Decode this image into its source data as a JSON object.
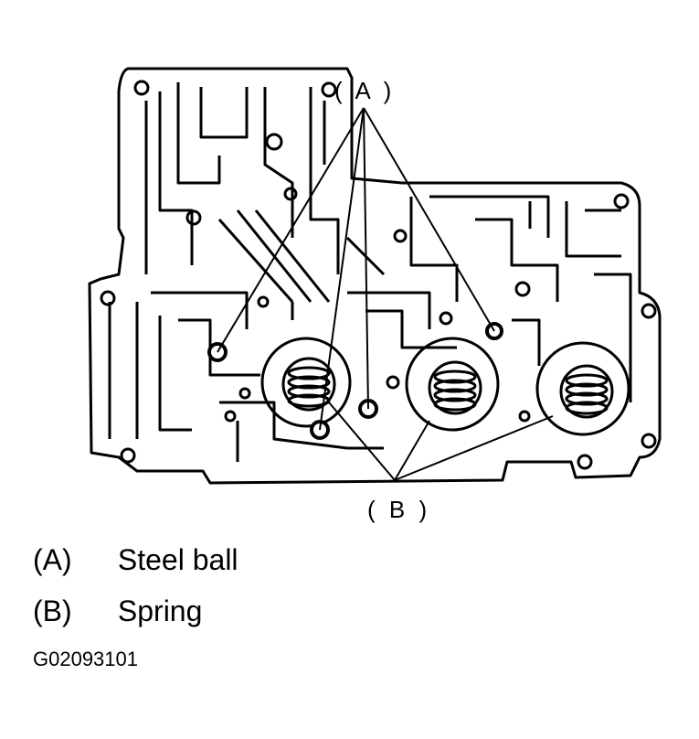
{
  "callouts": {
    "a": "( A )",
    "b": "( B )"
  },
  "legend": [
    {
      "key": "(A)",
      "text": "Steel ball"
    },
    {
      "key": "(B)",
      "text": "Spring"
    }
  ],
  "figure_code": "G02093101",
  "colors": {
    "ink": "#000000",
    "paper": "#ffffff"
  }
}
